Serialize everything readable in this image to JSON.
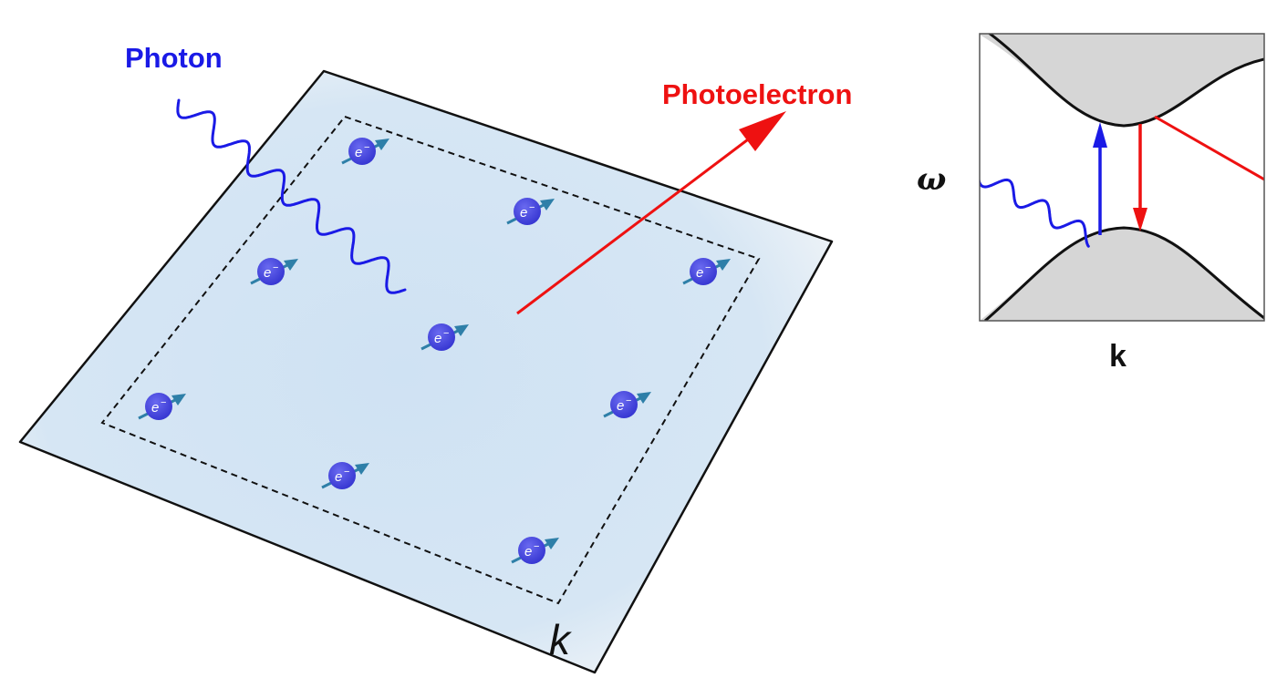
{
  "labels": {
    "photon": "Photon",
    "photoelectron": "Photoelectron",
    "plane_k": "k",
    "band_omega": "ω",
    "band_k": "k"
  },
  "electron": {
    "symbol": "e",
    "charge": "−",
    "count": 9
  },
  "colors": {
    "photon": "#1a1ae6",
    "photoelectron": "#ee1111",
    "electron_fill": "#4a4ae0",
    "spin_arrow": "#2e7fa8",
    "plane_tint": "#cfe2f3",
    "band_fill": "#d6d6d6"
  }
}
